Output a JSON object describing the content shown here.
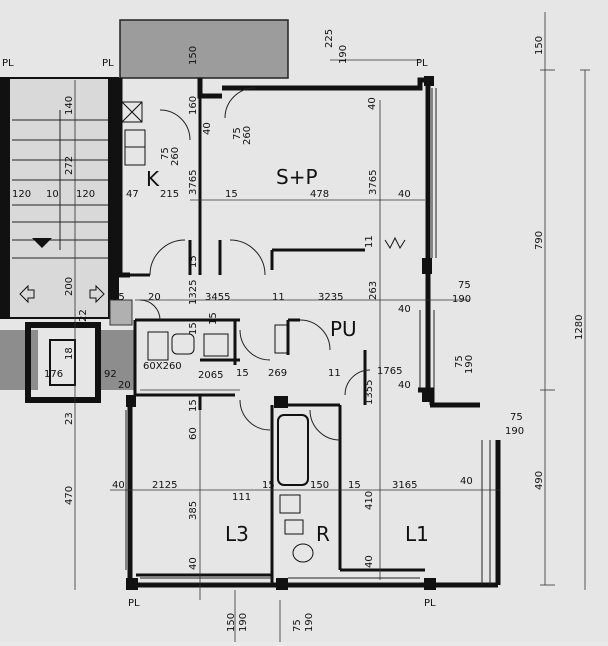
{
  "plan": {
    "rooms": {
      "kitchen": "K",
      "living": "S+P",
      "hall": "PU",
      "bedroom3": "L3",
      "bath": "R",
      "bedroom1": "L1"
    },
    "pillar_marks": [
      "PL",
      "PL",
      "PL",
      "PL"
    ],
    "dimensions": {
      "d150": "150",
      "d225": "225",
      "d190a": "190",
      "d140": "140",
      "d272": "272",
      "d120a": "120",
      "d10": "10",
      "d120b": "120",
      "d160": "160",
      "d40a": "40",
      "d75a": "75",
      "d260a": "260",
      "d40b": "40",
      "d75b": "75",
      "d260b": "260",
      "d3765a": "3765",
      "d15a": "15",
      "d47": "47",
      "d215": "215",
      "d478": "478",
      "d3765b": "3765",
      "d40c": "40",
      "d790": "790",
      "d150top": "150",
      "d1280": "1280",
      "d200": "200",
      "d55": "55",
      "d20a": "20",
      "d1325": "1325",
      "d3455": "3455",
      "d11a": "11",
      "d3235": "3235",
      "d263": "263",
      "d75c": "75",
      "d190b": "190",
      "d40d": "40",
      "d22": "22",
      "d15b": "15",
      "d15c": "15",
      "d11b": "11",
      "d60x260": "60X260",
      "d2065": "2065",
      "d15d": "15",
      "d269": "269",
      "d11c": "11",
      "d1765": "1765",
      "d92": "92",
      "d20b": "20",
      "d176": "176",
      "d75d": "75",
      "d190c": "190",
      "d1355": "1355",
      "d40e": "40",
      "d15e": "15",
      "d60": "60",
      "d75e": "75",
      "d190d": "190",
      "d23": "23",
      "d470": "470",
      "d40f": "40",
      "d2125": "2125",
      "d15f": "15",
      "d150b": "150",
      "d15g": "15",
      "d3165": "3165",
      "d40g": "40",
      "d490": "490",
      "d111": "111",
      "d385": "385",
      "d410": "410",
      "d40h": "40",
      "d40i": "40",
      "d150c": "150",
      "d190e": "190",
      "d75f": "75",
      "d190f": "190",
      "d18": "18",
      "d15h": "15"
    }
  }
}
